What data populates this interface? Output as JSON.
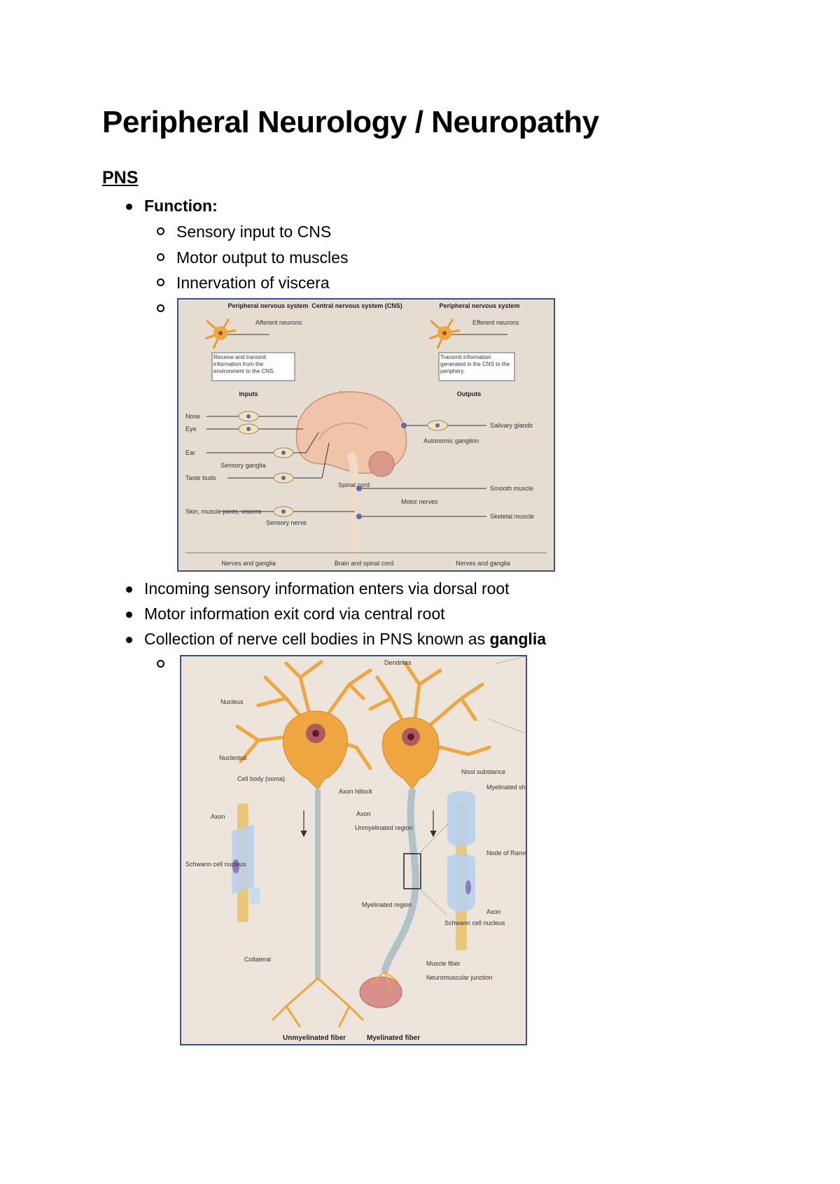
{
  "title": "Peripheral Neurology / Neuropathy",
  "section": "PNS",
  "function_label": "Function:",
  "function_items": [
    "Sensory input to CNS",
    "Motor output to muscles",
    "Innervation of viscera"
  ],
  "bullets": [
    "Incoming sensory information enters via dorsal root",
    "Motor information exit cord via central root"
  ],
  "ganglia_prefix": "Collection of nerve cell bodies in PNS known as ",
  "ganglia_bold": "ganglia",
  "figure1": {
    "pns_left": "Peripheral nervous system",
    "cns": "Central nervous system (CNS)",
    "pns_right": "Peripheral nervous system",
    "afferent": "Afferent neurons",
    "efferent": "Efferent neurons",
    "receive_box": "Receive and transmit information from the environment to the CNS.",
    "transmit_box": "Transmit information generated in the CNS to the periphery.",
    "inputs": "Inputs",
    "brain": "Brain",
    "outputs": "Outputs",
    "nose": "Nose",
    "eye": "Eye",
    "ear": "Ear",
    "taste": "Taste buds",
    "skin": "Skin, muscle joints, viscera",
    "sensory_ganglia": "Sensory ganglia",
    "sensory_nerve": "Sensory nerve",
    "spinal_cord": "Spinal cord",
    "salivary": "Salivary glands",
    "autonomic": "Autonomic ganglion",
    "smooth": "Smooth muscle",
    "motor_nerves": "Motor nerves",
    "skeletal": "Skeletal muscle",
    "foot_left": "Nerves and ganglia",
    "foot_mid": "Brain and spinal cord",
    "foot_right": "Nerves and ganglia"
  },
  "figure2": {
    "dendrites": "Dendrites",
    "nucleus": "Nucleus",
    "nucleolus": "Nucleolus",
    "cell_body": "Cell body (soma)",
    "axon_hillock": "Axon hillock",
    "nissl": "Nissl substance",
    "myelinated_sheath": "Myelinated sheath",
    "axon_left": "Axon",
    "axon_mid": "Axon",
    "unmyelinated_region": "Unmyelinated region",
    "schwann_left": "Schwann cell nucleus",
    "node_ranvier": "Node of Ranvier",
    "axon_right": "Axon",
    "myelinated_region": "Myelinated region",
    "schwann_right": "Schwann cell nucleus",
    "collateral": "Collateral",
    "muscle_fiber": "Muscle fiber",
    "nmj": "Neuromuscular junction",
    "unmyelinated_fiber": "Unmyelinated fiber",
    "myelinated_fiber": "Myelinated fiber"
  },
  "colors": {
    "figure_border": "#3b4f8a",
    "figure1_bg": "#e6ddd2",
    "figure2_bg": "#ede4dc",
    "neuron": "#f0a640"
  }
}
